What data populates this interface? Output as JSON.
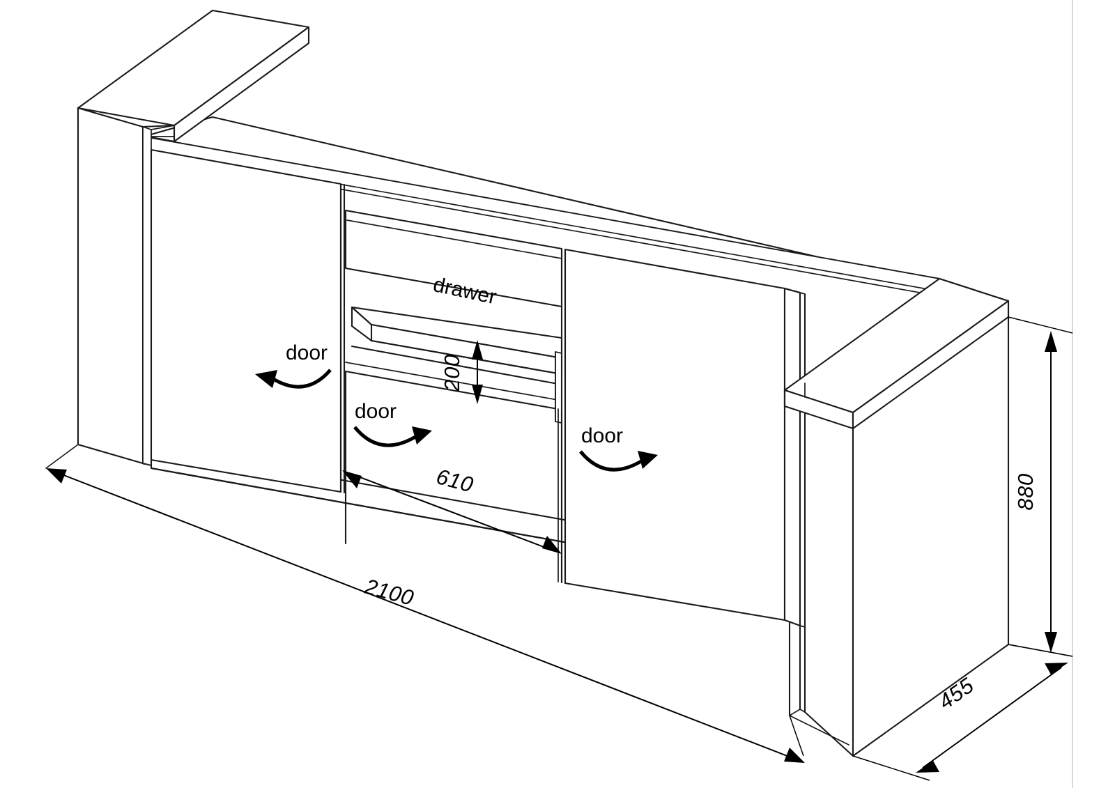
{
  "drawing": {
    "type": "isometric-technical-drawing",
    "subject": "sideboard-cabinet",
    "units": "mm",
    "line_color": "#1a1a1a",
    "background_color": "#ffffff",
    "dimension_color": "#000000"
  },
  "labels": {
    "drawer": "drawer",
    "door_left": "door",
    "door_center": "door",
    "door_right": "door"
  },
  "dimensions": {
    "overall_width": "2100",
    "overall_height": "880",
    "overall_depth": "455",
    "center_bay_width": "610",
    "drawer_height": "200"
  },
  "annotations": [
    {
      "name": "drawer-label",
      "text": "drawer",
      "kind": "part-callout"
    },
    {
      "name": "door-label-left",
      "text": "door",
      "kind": "part-callout"
    },
    {
      "name": "door-label-center",
      "text": "door",
      "kind": "part-callout"
    },
    {
      "name": "door-label-right",
      "text": "door",
      "kind": "part-callout"
    },
    {
      "name": "dimension-width",
      "text": "2100",
      "kind": "linear-dimension"
    },
    {
      "name": "dimension-height",
      "text": "880",
      "kind": "linear-dimension"
    },
    {
      "name": "dimension-depth",
      "text": "455",
      "kind": "linear-dimension"
    },
    {
      "name": "dimension-bay-width",
      "text": "610",
      "kind": "linear-dimension"
    },
    {
      "name": "dimension-drawer-height",
      "text": "200",
      "kind": "linear-dimension"
    }
  ]
}
